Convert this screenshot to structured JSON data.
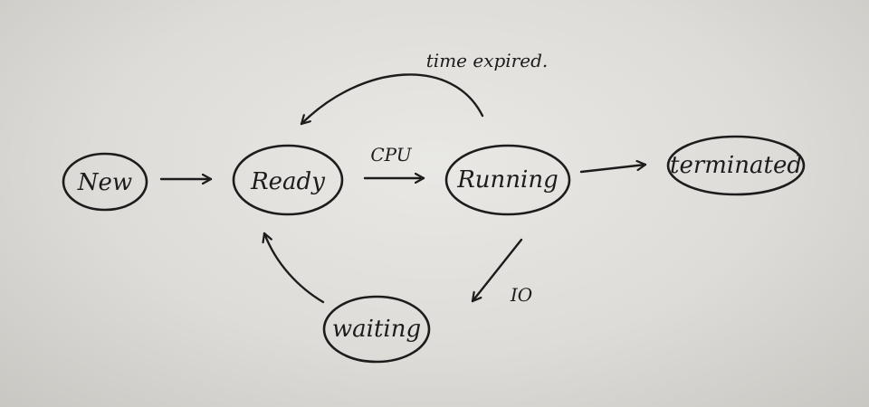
{
  "diagram": {
    "ink_color": "#1c1c1c",
    "paper_color": "#e4e3df",
    "states": {
      "new": "New",
      "ready": "Ready",
      "running": "Running",
      "terminated": "terminated",
      "waiting": "waiting"
    },
    "transitions": {
      "cpu": "CPU",
      "time_expired": "time expired.",
      "io": "IO"
    }
  }
}
